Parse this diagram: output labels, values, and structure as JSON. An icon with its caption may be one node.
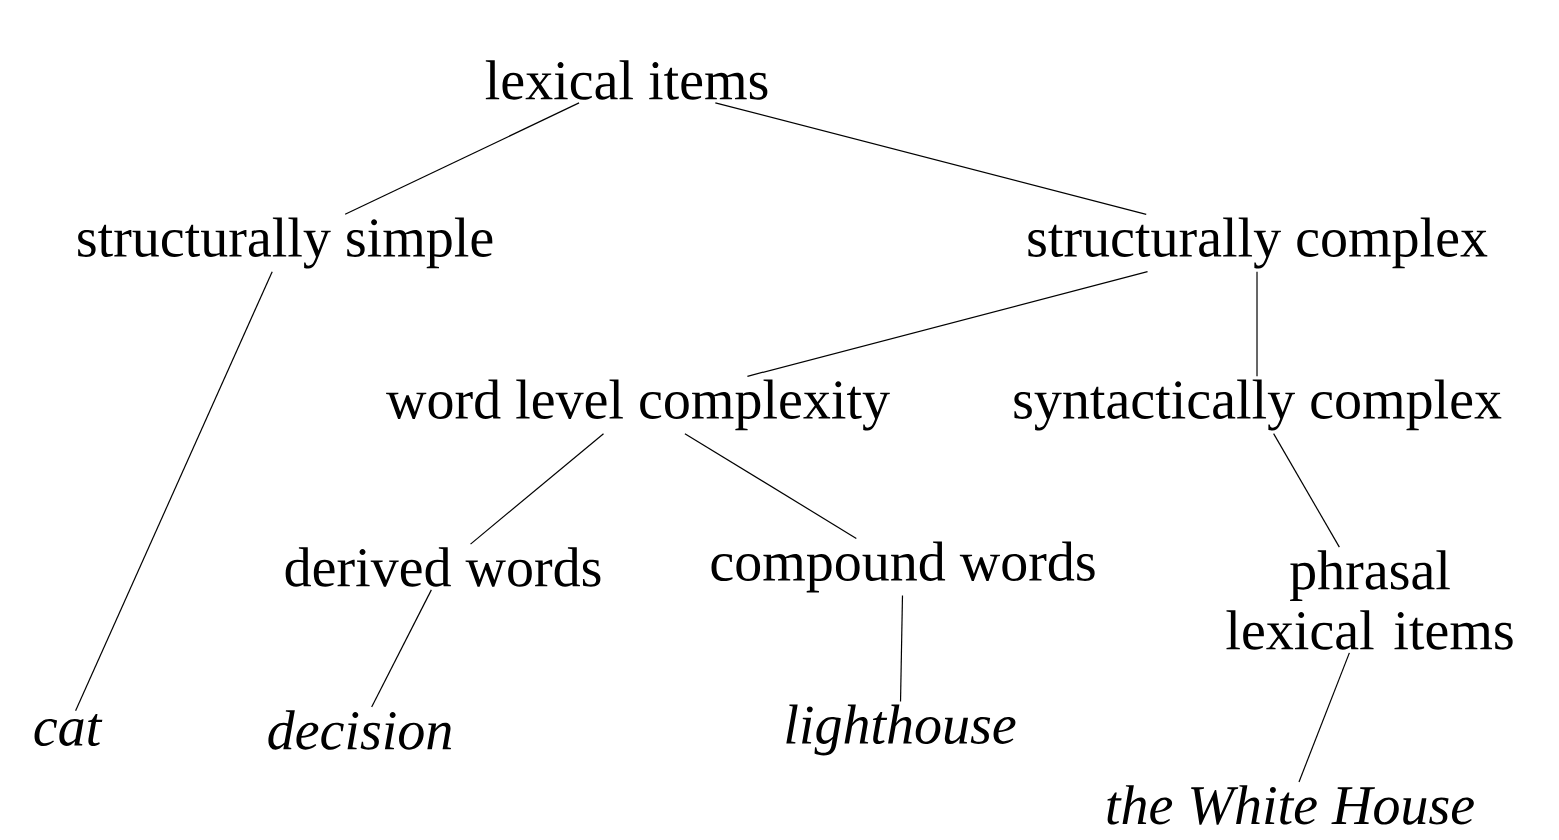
{
  "diagram": {
    "nodes": [
      {
        "text": [
          "lexical items"
        ]
      },
      {
        "text": [
          "structurally simple"
        ]
      },
      {
        "text": [
          "structurally complex"
        ]
      },
      {
        "text": [
          "word level complexity"
        ]
      },
      {
        "text": [
          "syntactically complex"
        ]
      },
      {
        "text": [
          "derived words"
        ]
      },
      {
        "text": [
          "compound words"
        ]
      },
      {
        "text": [
          "phrasal lexical items"
        ]
      },
      {
        "text": [
          "cat"
        ]
      },
      {
        "text": [
          "decision"
        ]
      },
      {
        "text": [
          "lighthouse"
        ]
      },
      {
        "text": [
          "the White House"
        ]
      }
    ],
    "edges": [
      {
        "from": 0,
        "to": 1,
        "arrow": "none"
      },
      {
        "from": 0,
        "to": 2,
        "arrow": "none"
      },
      {
        "from": 2,
        "to": 3,
        "arrow": "none"
      },
      {
        "from": 2,
        "to": 4,
        "arrow": "none"
      },
      {
        "from": 3,
        "to": 5,
        "arrow": "none"
      },
      {
        "from": 3,
        "to": 6,
        "arrow": "none"
      },
      {
        "from": 4,
        "to": 7,
        "arrow": "none"
      },
      {
        "from": 1,
        "to": 8,
        "arrow": "none"
      },
      {
        "from": 5,
        "to": 9,
        "arrow": "none"
      },
      {
        "from": 6,
        "to": 10,
        "arrow": "none"
      },
      {
        "from": 7,
        "to": 11,
        "arrow": "none"
      }
    ]
  }
}
